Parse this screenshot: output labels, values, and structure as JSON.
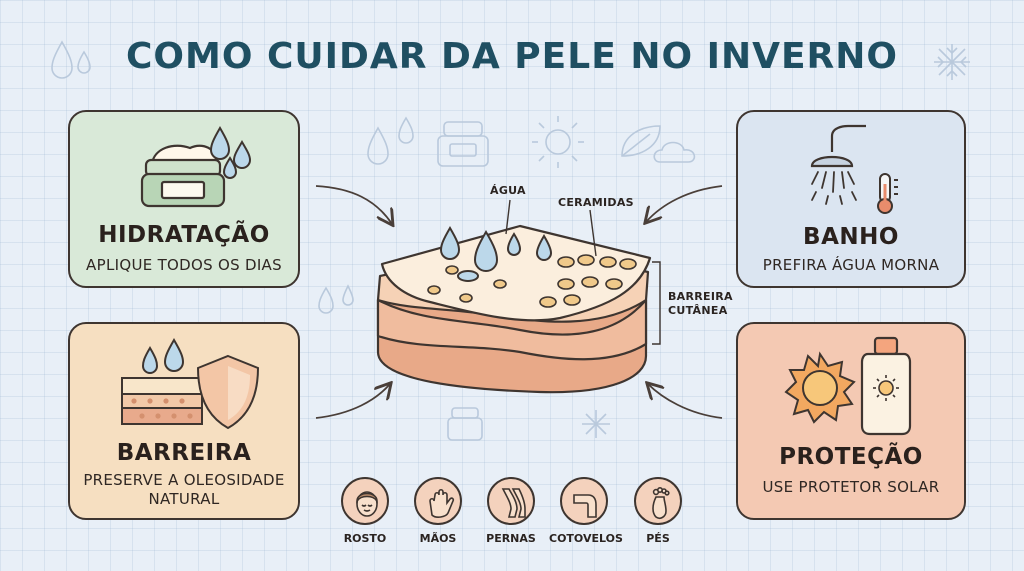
{
  "title": "COMO CUIDAR DA PELE NO INVERNO",
  "cards": {
    "hidratacao": {
      "title": "HIDRATAÇÃO",
      "subtitle": "APLIQUE TODOS OS DIAS"
    },
    "barreira": {
      "title": "BARREIRA",
      "subtitle_line1": "PRESERVE A OLEOSIDADE",
      "subtitle_line2": "NATURAL"
    },
    "banho": {
      "title": "BANHO",
      "subtitle": "PREFIRA ÁGUA MORNA"
    },
    "protecao": {
      "title": "PROTEÇÃO",
      "subtitle": "USE PROTETOR SOLAR"
    }
  },
  "diagram": {
    "label_agua": "ÁGUA",
    "label_ceramidas": "CERAMIDAS",
    "label_barreira_line1": "BARREIRA",
    "label_barreira_line2": "CUTÂNEA"
  },
  "body_parts": [
    {
      "label": "ROSTO",
      "icon": "face-icon"
    },
    {
      "label": "MÃOS",
      "icon": "hand-icon"
    },
    {
      "label": "PERNAS",
      "icon": "legs-icon"
    },
    {
      "label": "COTOVELOS",
      "icon": "elbow-icon"
    },
    {
      "label": "PÉS",
      "icon": "foot-icon"
    }
  ],
  "colors": {
    "title": "#1f4f62",
    "hidratacao_bg": "#d9e9d8",
    "barreira_bg": "#f6dfc1",
    "banho_bg": "#dbe5f1",
    "protecao_bg": "#f4c9b3",
    "background": "#e8eff7"
  }
}
